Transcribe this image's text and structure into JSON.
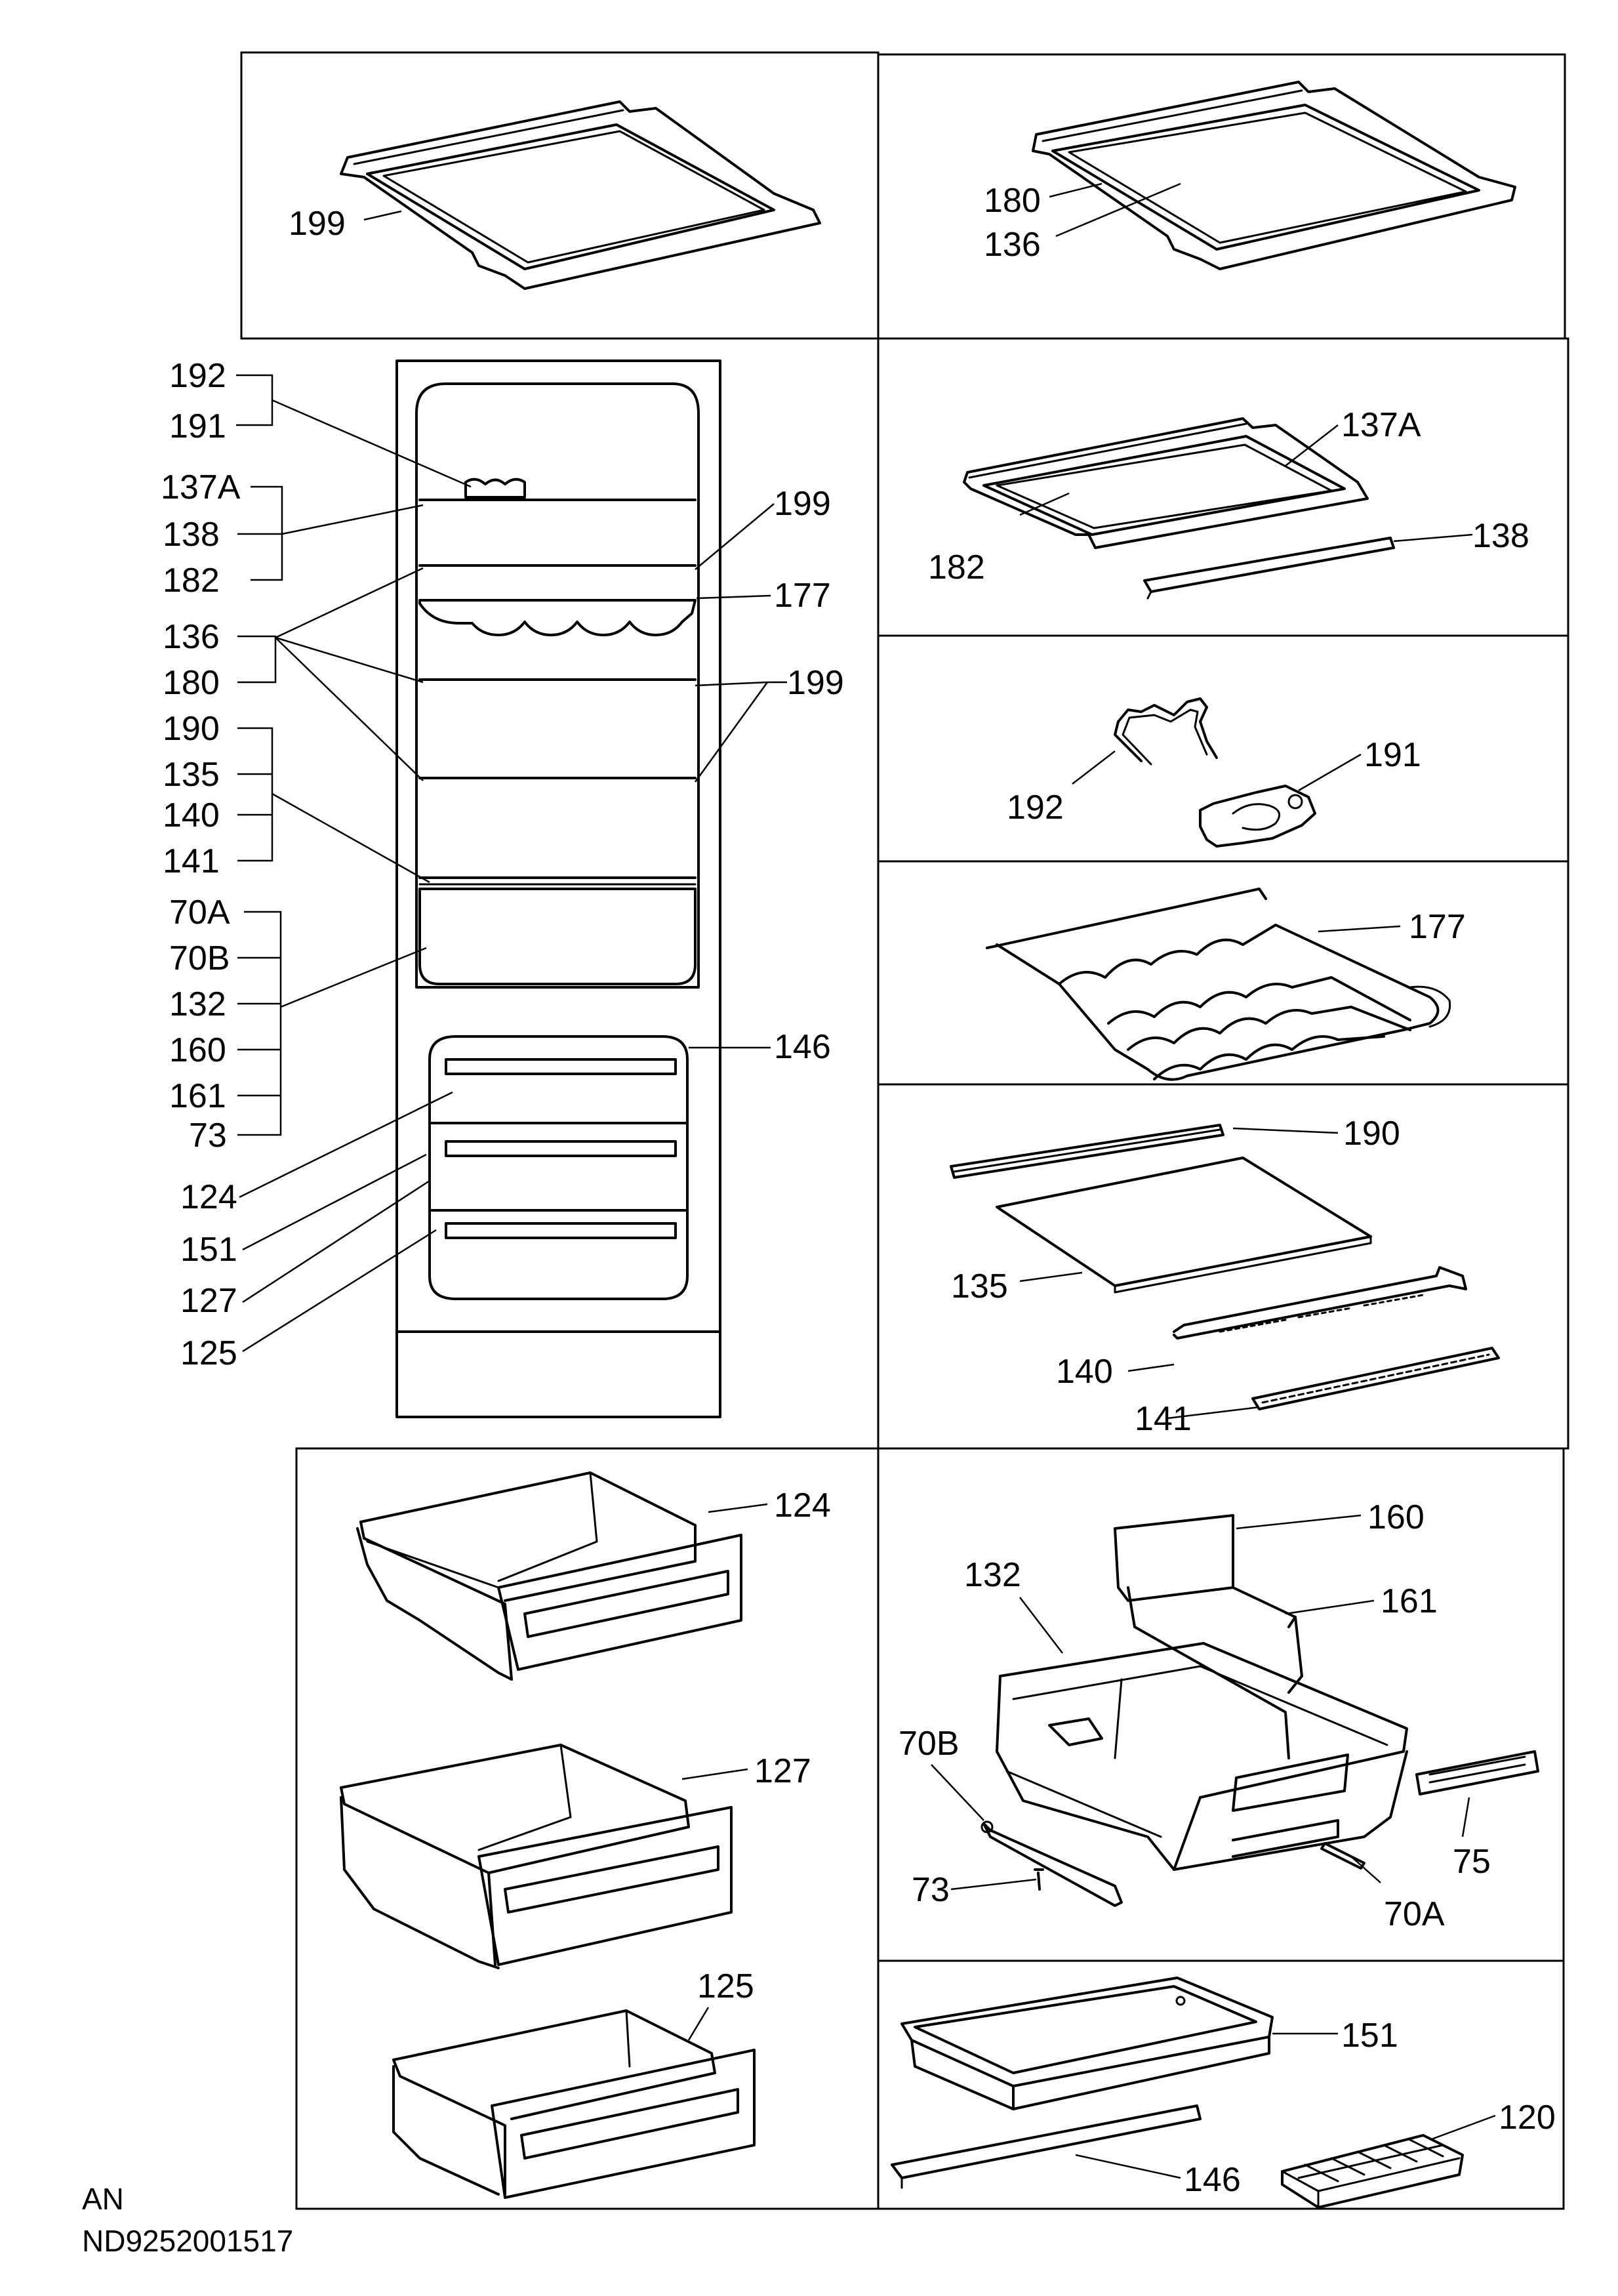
{
  "diagram": {
    "code_small": "AN",
    "document_code": "ND9252001517",
    "labels": {
      "top_left_199": "199",
      "top_right_180": "180",
      "top_right_136": "136",
      "fridge_192": "192",
      "fridge_191": "191",
      "fridge_137A": "137A",
      "fridge_138": "138",
      "fridge_182": "182",
      "fridge_136": "136",
      "fridge_180": "180",
      "fridge_190": "190",
      "fridge_135": "135",
      "fridge_140": "140",
      "fridge_141": "141",
      "fridge_70A": "70A",
      "fridge_70B": "70B",
      "fridge_132": "132",
      "fridge_160": "160",
      "fridge_161": "161",
      "fridge_73": "73",
      "fridge_124": "124",
      "fridge_151": "151",
      "fridge_127": "127",
      "fridge_125": "125",
      "fridge_199a": "199",
      "fridge_177": "177",
      "fridge_199b": "199",
      "fridge_146": "146",
      "shelf_137A": "137A",
      "shelf_182": "182",
      "shelf_138": "138",
      "clip_191": "191",
      "clip_192": "192",
      "rack_177": "177",
      "glass_190": "190",
      "glass_135": "135",
      "glass_140": "140",
      "glass_141": "141",
      "drawer_124": "124",
      "drawer_127": "127",
      "drawer_125": "125",
      "bin_160": "160",
      "bin_132": "132",
      "bin_161": "161",
      "bin_70B": "70B",
      "bin_73": "73",
      "bin_75": "75",
      "bin_70A": "70A",
      "tray_151": "151",
      "tray_120": "120",
      "tray_146": "146"
    }
  }
}
